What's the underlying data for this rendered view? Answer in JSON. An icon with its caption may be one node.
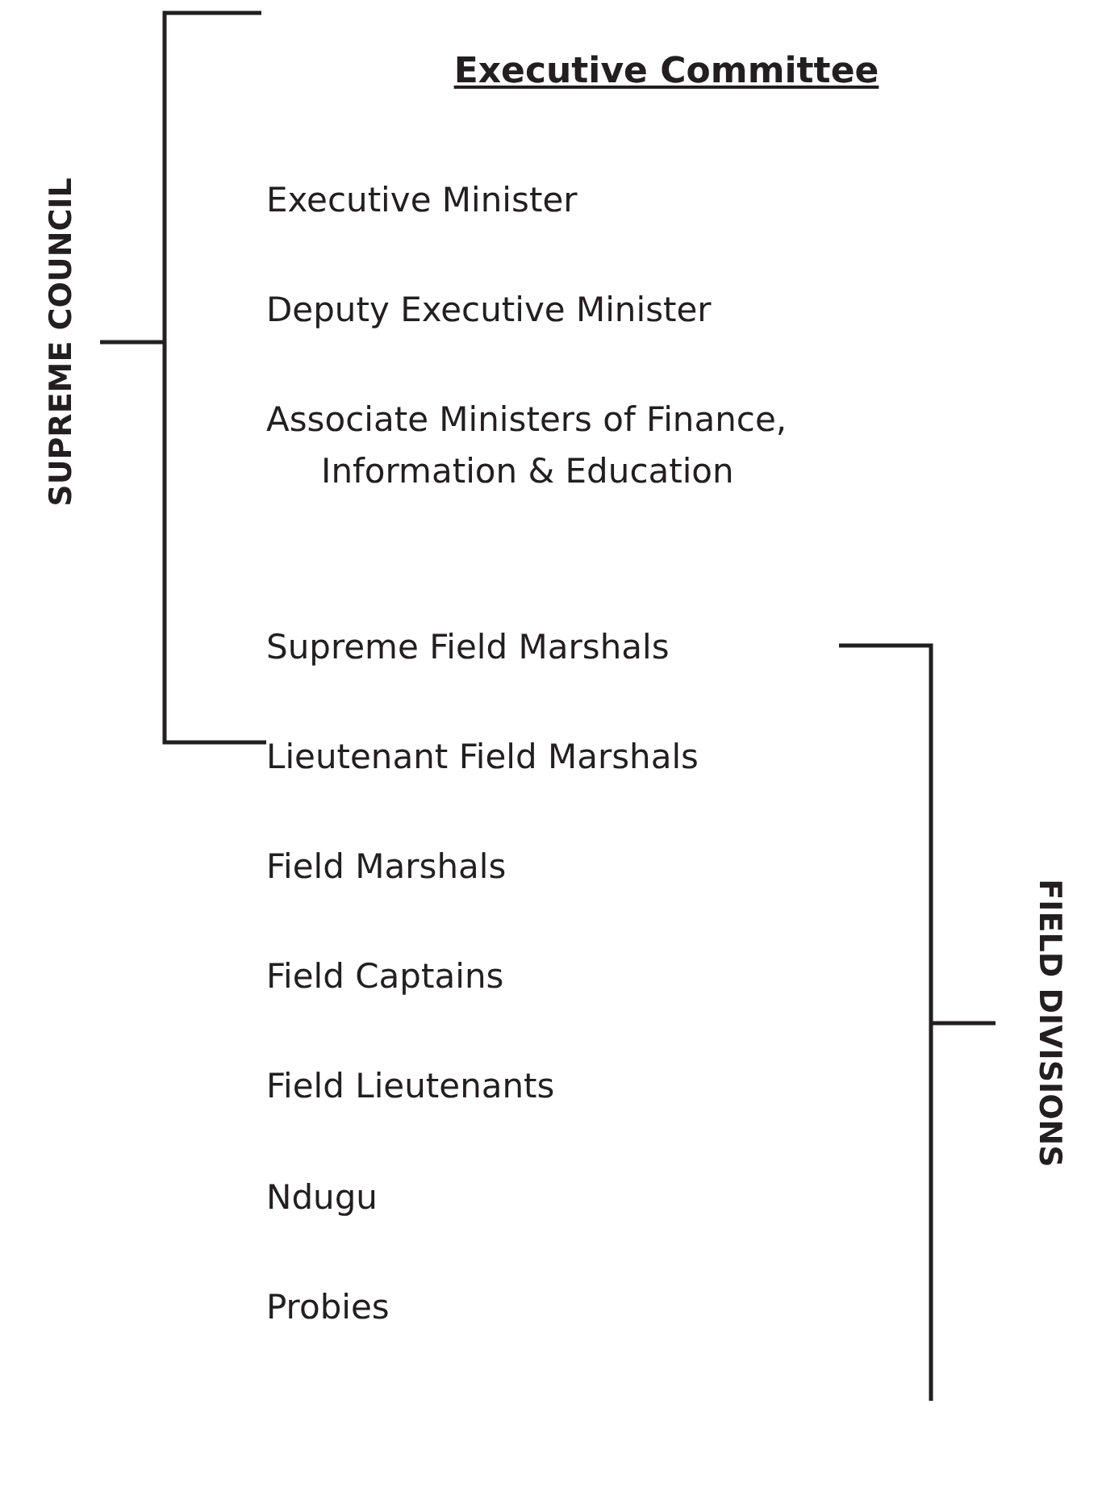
{
  "diagram": {
    "title": "Executive Committee",
    "labels": [
      "SUPREME COUNCIL",
      "Executive Minister",
      "Deputy Executive Minister",
      "Associate Ministers of Finance, Information & Education",
      "Supreme Field Marshals",
      "Lieutenant Field Marshals",
      "Field Marshals",
      "Field Captains",
      "Field Lieutenants",
      "Ndugu",
      "Probies",
      "FIELD DIVISIONS"
    ]
  }
}
